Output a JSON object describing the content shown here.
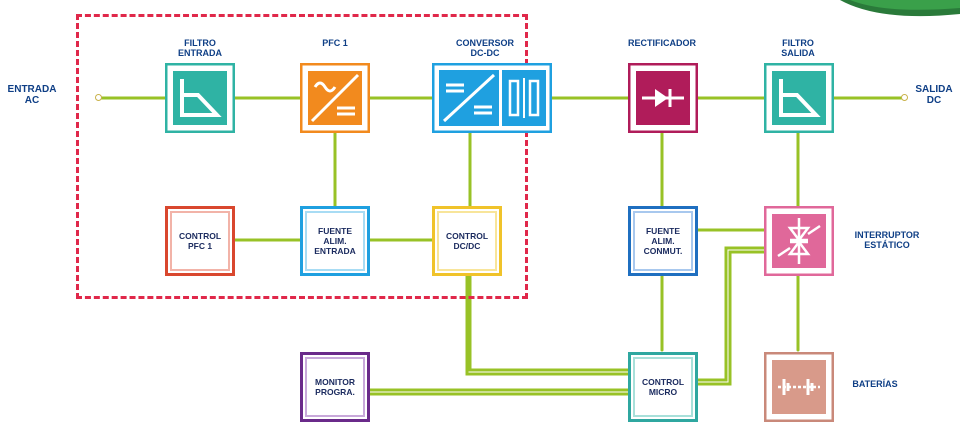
{
  "labels": {
    "entrada_ac": "ENTRADA\nAC",
    "salida_dc": "SALIDA\nDC",
    "filtro_entrada": "FILTRO\nENTRADA",
    "pfc1": "PFC 1",
    "conversor": "CONVERSOR\nDC-DC",
    "rectificador": "RECTIFICADOR",
    "filtro_salida": "FILTRO\nSALIDA",
    "interruptor": "INTERRUPTOR\nESTÁTICO",
    "baterias": "BATERÍAS"
  },
  "boxes": {
    "control_pfc1": "CONTROL\nPFC 1",
    "fuente_alim_entrada": "FUENTE\nALIM.\nENTRADA",
    "control_dcdc": "CONTROL\nDC/DC",
    "fuente_alim_conmut": "FUENTE\nALIM.\nCONMUT.",
    "monitor_progra": "MONITOR\nPROGRA.",
    "control_micro": "CONTROL\nMICRO"
  },
  "colors": {
    "teal": "#2fb3a4",
    "orange": "#f28a1e",
    "blue": "#1fa0e0",
    "maroon": "#b01c5a",
    "pink": "#e0689a",
    "red": "#d9472e",
    "yellow": "#f0c32a",
    "purple": "#6a2a8a",
    "battery": "#d89a8a",
    "wire": "#a8c81a",
    "dashed": "#e0284a",
    "label": "#0f3f86"
  }
}
